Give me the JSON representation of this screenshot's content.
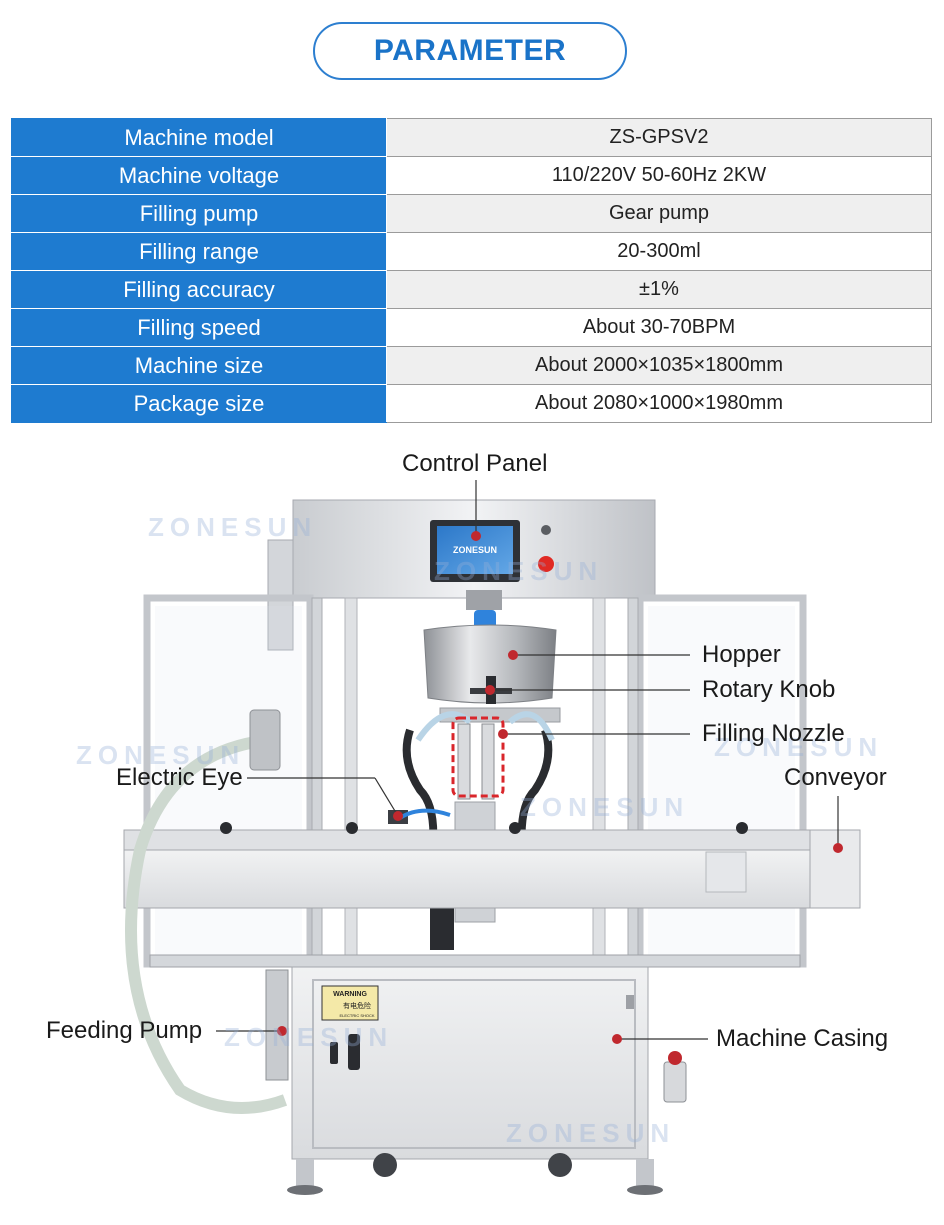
{
  "header": {
    "title": "PARAMETER"
  },
  "parameters": [
    {
      "label": "Machine model",
      "value": "ZS-GPSV2"
    },
    {
      "label": "Machine voltage",
      "value": "110/220V  50-60Hz  2KW"
    },
    {
      "label": "Filling pump",
      "value": "Gear pump"
    },
    {
      "label": "Filling range",
      "value": "20-300ml"
    },
    {
      "label": "Filling accuracy",
      "value": "±1%"
    },
    {
      "label": "Filling speed",
      "value": "About 30-70BPM"
    },
    {
      "label": "Machine size",
      "value": "About 2000×1035×1800mm"
    },
    {
      "label": "Package size",
      "value": "About 2080×1000×1980mm"
    }
  ],
  "callouts": {
    "control_panel": "Control Panel",
    "hopper": "Hopper",
    "rotary_knob": "Rotary Knob",
    "filling_nozzle": "Filling Nozzle",
    "electric_eye": "Electric Eye",
    "conveyor": "Conveyor",
    "feeding_pump": "Feeding Pump",
    "machine_casing": "Machine Casing"
  },
  "brand": {
    "watermark": "ZONESUN",
    "screen_logo": "ZONESUN",
    "warning_label": "WARNING",
    "shock_label": "有电危险",
    "shock_label_en": "ELECTRIC SHOCK"
  },
  "colors": {
    "accent": "#1e7bd0",
    "callout_dot": "#c0282e",
    "nozzle_highlight": "#d9262b"
  }
}
